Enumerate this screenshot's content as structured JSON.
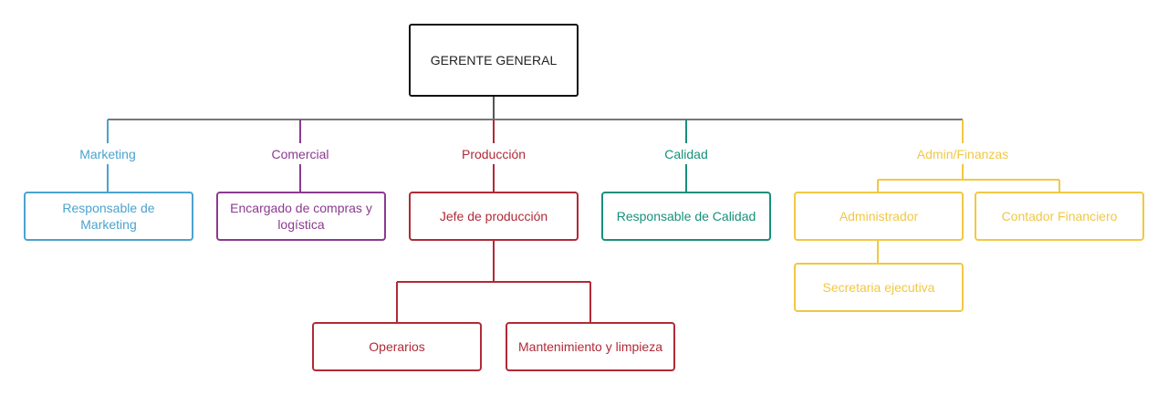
{
  "ceo": "GERENTE GENERAL",
  "departments": {
    "marketing": "Marketing",
    "comercial": "Comercial",
    "produccion": "Producción",
    "calidad": "Calidad",
    "admin": "Admin/Finanzas"
  },
  "roles": {
    "marketing": "Responsable de Marketing",
    "comercial": "Encargado de compras y logística",
    "produccion": "Jefe de producción",
    "operarios": "Operarios",
    "mantenimiento": "Mantenimiento y limpieza",
    "calidad": "Responsable de Calidad",
    "administrador": "Administrador",
    "contador": "Contador Financiero",
    "secretaria": "Secretaria ejecutiva"
  },
  "colors": {
    "general": "#111111",
    "marketing": "#4aa3cf",
    "comercial": "#8b3a8f",
    "produccion": "#b02a37",
    "calidad": "#17907a",
    "admin": "#f1c842"
  }
}
